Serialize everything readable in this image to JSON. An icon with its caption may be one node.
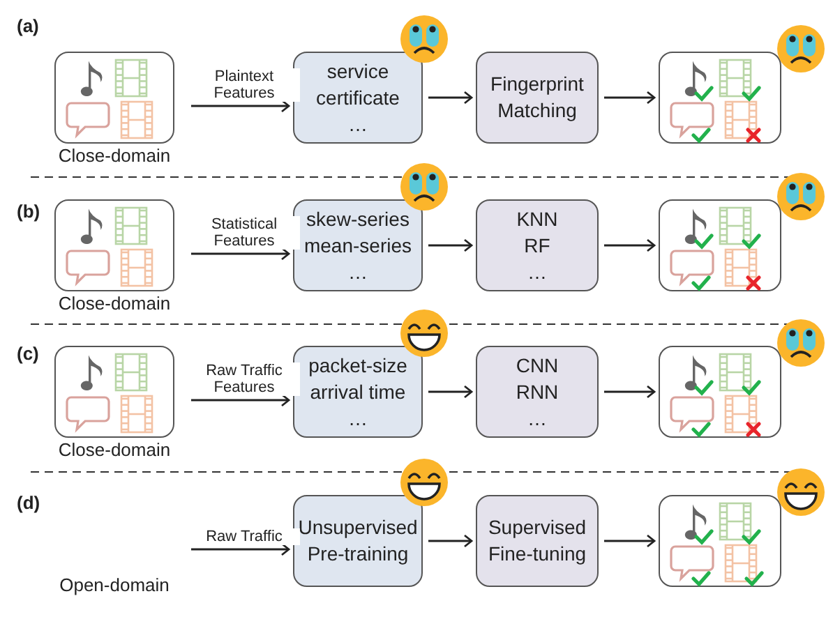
{
  "diagram": {
    "nodes": [
      {
        "text": [
          "Close-domain"
        ]
      },
      {
        "text": [
          "service",
          "certificate",
          "…"
        ]
      },
      {
        "text": [
          "Fingerprint Matching"
        ]
      },
      {
        "text": [],
        "shape": "box"
      },
      {
        "text": [
          "Close-domain"
        ]
      },
      {
        "text": [
          "skew-series",
          "mean-series",
          "…"
        ]
      },
      {
        "text": [
          "KNN",
          "RF",
          "…"
        ]
      },
      {
        "text": [],
        "shape": "box"
      },
      {
        "text": [
          "Close-domain"
        ]
      },
      {
        "text": [
          "packet-size",
          "arrival time",
          "…"
        ]
      },
      {
        "text": [
          "CNN",
          "RNN",
          "…"
        ]
      },
      {
        "text": [],
        "shape": "box"
      },
      {
        "text": [
          "Open-domain"
        ]
      },
      {
        "text": [
          "Unsupervised Pre-training"
        ]
      },
      {
        "text": [
          "Supervised Fine-tuning"
        ]
      },
      {
        "text": [],
        "shape": "box"
      }
    ],
    "edges": [
      {
        "from": 0,
        "to": 1,
        "arrow": "to",
        "label": "Plaintext Features"
      },
      {
        "from": 1,
        "to": 2,
        "arrow": "to"
      },
      {
        "from": 2,
        "to": 3,
        "arrow": "to"
      },
      {
        "from": 4,
        "to": 5,
        "arrow": "to",
        "label": "Statistical Features"
      },
      {
        "from": 5,
        "to": 6,
        "arrow": "to"
      },
      {
        "from": 6,
        "to": 7,
        "arrow": "to"
      },
      {
        "from": 8,
        "to": 9,
        "arrow": "to",
        "label": "Raw Traffic Features"
      },
      {
        "from": 9,
        "to": 10,
        "arrow": "to"
      },
      {
        "from": 10,
        "to": 11,
        "arrow": "to"
      },
      {
        "from": 12,
        "to": 13,
        "arrow": "to",
        "label": "Raw Traffic"
      },
      {
        "from": 13,
        "to": 14,
        "arrow": "to"
      },
      {
        "from": 14,
        "to": 15,
        "arrow": "to"
      }
    ],
    "labels": [
      "(a)",
      "(b)",
      "(c)",
      "(d)"
    ]
  }
}
